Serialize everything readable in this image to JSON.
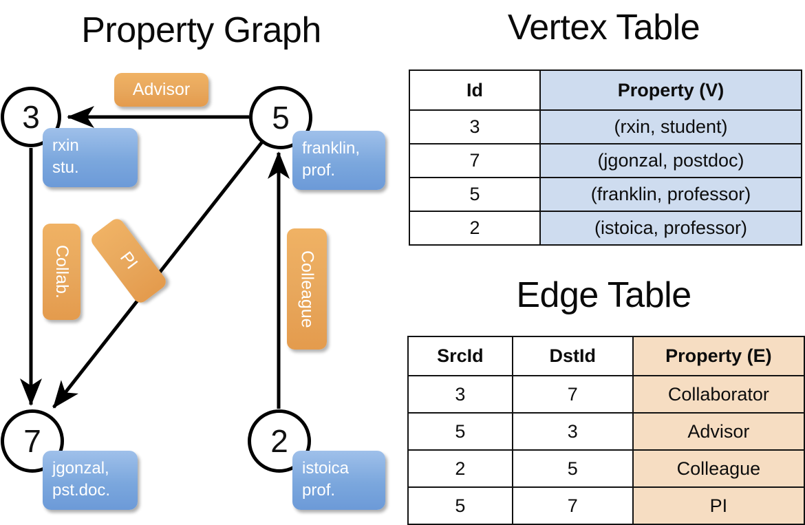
{
  "titles": {
    "property_graph": "Property Graph",
    "vertex_table": "Vertex Table",
    "edge_table": "Edge Table"
  },
  "graph": {
    "vertices": [
      {
        "id": "3",
        "property_lines": [
          "rxin",
          "stu."
        ]
      },
      {
        "id": "5",
        "property_lines": [
          "franklin,",
          "prof."
        ]
      },
      {
        "id": "7",
        "property_lines": [
          "jgonzal,",
          "pst.doc."
        ]
      },
      {
        "id": "2",
        "property_lines": [
          "istoica",
          "prof."
        ]
      }
    ],
    "edge_labels": [
      {
        "name": "advisor",
        "text": "Advisor"
      },
      {
        "name": "collab",
        "text": "Collab."
      },
      {
        "name": "pi",
        "text": "PI"
      },
      {
        "name": "colleague",
        "text": "Colleague"
      }
    ],
    "edges": [
      {
        "from": "5",
        "to": "3",
        "label": "Advisor"
      },
      {
        "from": "3",
        "to": "7",
        "label": "Collab."
      },
      {
        "from": "5",
        "to": "7",
        "label": "PI"
      },
      {
        "from": "2",
        "to": "5",
        "label": "Colleague"
      }
    ]
  },
  "vertex_table": {
    "headers": [
      "Id",
      "Property (V)"
    ],
    "rows": [
      {
        "id": "3",
        "property": "(rxin, student)"
      },
      {
        "id": "7",
        "property": "(jgonzal, postdoc)"
      },
      {
        "id": "5",
        "property": "(franklin, professor)"
      },
      {
        "id": "2",
        "property": "(istoica, professor)"
      }
    ]
  },
  "edge_table": {
    "headers": [
      "SrcId",
      "DstId",
      "Property (E)"
    ],
    "rows": [
      {
        "src": "3",
        "dst": "7",
        "property": "Collaborator"
      },
      {
        "src": "5",
        "dst": "3",
        "property": "Advisor"
      },
      {
        "src": "2",
        "dst": "5",
        "property": "Colleague"
      },
      {
        "src": "5",
        "dst": "7",
        "property": "PI"
      }
    ]
  },
  "colors": {
    "vertex_property_blue": "#7ba7dd",
    "edge_label_orange": "#e8a85d",
    "table_header_blue": "#cedcef",
    "table_header_orange": "#f6ddc2",
    "stroke": "#000000"
  }
}
